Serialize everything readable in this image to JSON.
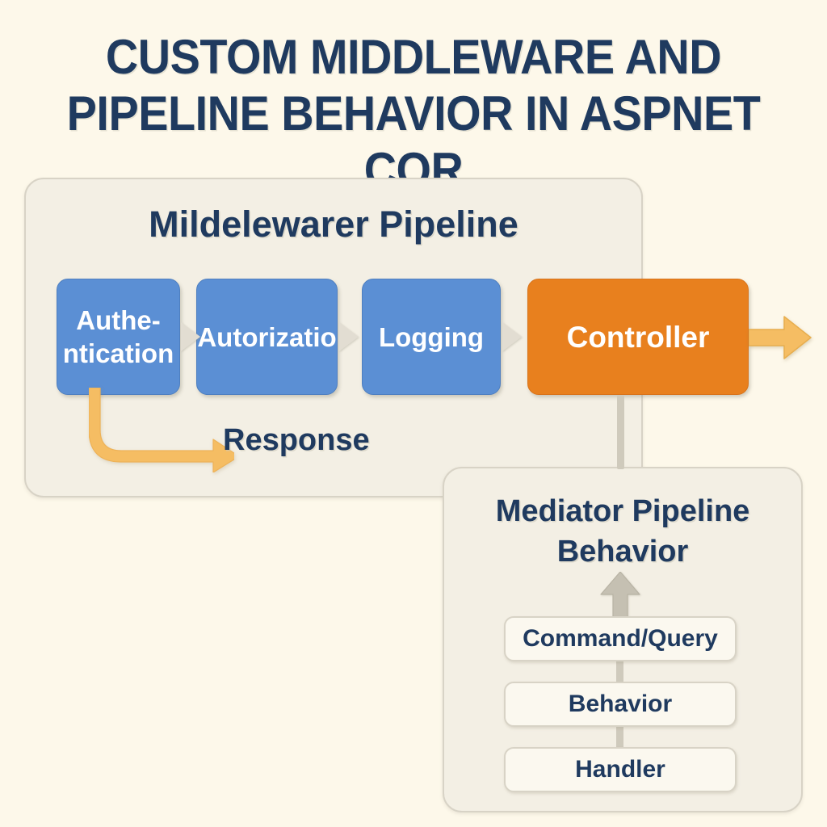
{
  "page": {
    "background_color": "#fdf8ea",
    "title": "CUSTOM MIDDLEWARE AND\nPIPELINE BEHAVIOR IN ASPNET COR",
    "title_color": "#1f3a5f"
  },
  "middleware_panel": {
    "title": "Mildelewarer Pipeline",
    "panel_fill": "#f3efe4",
    "panel_border": "#d8d3c6",
    "stages": [
      {
        "label": "Authe-\nntication",
        "color": "#5b8fd4",
        "kind": "middleware"
      },
      {
        "label": "Autorizatio",
        "color": "#5b8fd4",
        "kind": "middleware"
      },
      {
        "label": "Logging",
        "color": "#5b8fd4",
        "kind": "middleware"
      },
      {
        "label": "Controller",
        "color": "#e8801e",
        "kind": "endpoint"
      }
    ],
    "chevron_color": "#e2ddd2",
    "response": {
      "label": "Response",
      "arrow_color": "#f5bd63"
    },
    "outgoing_arrow_color": "#f5bd63"
  },
  "mediator_panel": {
    "title": "Mediator Pipeline\nBehavior",
    "panel_fill": "#f3efe4",
    "panel_border": "#d8d3c6",
    "arrow_color": "#c5c0b2",
    "flow": [
      {
        "label": "Command/Query"
      },
      {
        "label": "Behavior"
      },
      {
        "label": "Handler"
      }
    ]
  },
  "diagram_data": {
    "type": "flowchart",
    "title": "CUSTOM MIDDLEWARE AND PIPELINE BEHAVIOR IN ASPNET COR",
    "groups": [
      {
        "name": "Mildelewarer Pipeline",
        "orientation": "horizontal",
        "nodes": [
          "Authe-ntication",
          "Autorizatio",
          "Logging",
          "Controller"
        ],
        "edges": [
          {
            "from": "Authe-ntication",
            "to": "Autorizatio",
            "style": "chevron"
          },
          {
            "from": "Autorizatio",
            "to": "Logging",
            "style": "chevron"
          },
          {
            "from": "Logging",
            "to": "Controller",
            "style": "chevron"
          },
          {
            "from": "Controller",
            "to": "out",
            "style": "arrow",
            "color": "#f5bd63"
          },
          {
            "from": "Authe-ntication",
            "to": "Response",
            "style": "elbow-arrow",
            "color": "#f5bd63"
          }
        ]
      },
      {
        "name": "Mediator Pipeline Behavior",
        "orientation": "vertical",
        "nodes": [
          "Command/Query",
          "Behavior",
          "Handler"
        ],
        "edges": [
          {
            "from": "Command/Query",
            "to": "up",
            "style": "arrow",
            "color": "#c5c0b2"
          },
          {
            "from": "Command/Query",
            "to": "Behavior",
            "style": "line"
          },
          {
            "from": "Behavior",
            "to": "Handler",
            "style": "line"
          }
        ]
      }
    ],
    "cross_group_edges": [
      {
        "from": "Controller",
        "to": "Mediator Pipeline Behavior",
        "style": "line",
        "color": "#cfcabc"
      }
    ]
  }
}
